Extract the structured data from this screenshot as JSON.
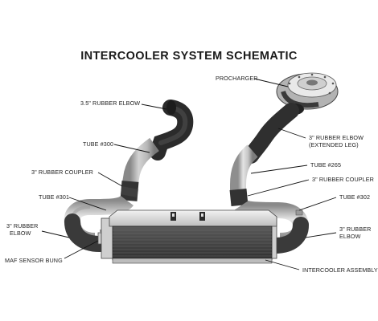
{
  "title": "INTERCOOLER SYSTEM SCHEMATIC",
  "labels": {
    "procharger": "PROCHARGER",
    "rubber_elbow_35": "3.5\" RUBBER ELBOW",
    "tube_300": "TUBE #300",
    "rubber_elbow_ext_1": "3\" RUBBER ELBOW",
    "rubber_elbow_ext_2": "(EXTENDED LEG)",
    "tube_265": "TUBE #265",
    "rubber_coupler_left": "3\" RUBBER COUPLER",
    "rubber_coupler_right": "3\" RUBBER COUPLER",
    "tube_301": "TUBE #301",
    "tube_302": "TUBE #302",
    "rubber_elbow_left_1": "3\" RUBBER",
    "rubber_elbow_left_2": "ELBOW",
    "rubber_elbow_right_1": "3\" RUBBER",
    "rubber_elbow_right_2": "ELBOW",
    "maf_sensor_bung": "MAF SENSOR BUNG",
    "intercooler_assembly": "INTERCOOLER ASSEMBLY"
  },
  "colors": {
    "background": "#ffffff",
    "text": "#222222",
    "rubber": "#3a3a3a",
    "metal": "#b9b9b9",
    "core": "#4a4a4a",
    "leader": "#111111"
  }
}
